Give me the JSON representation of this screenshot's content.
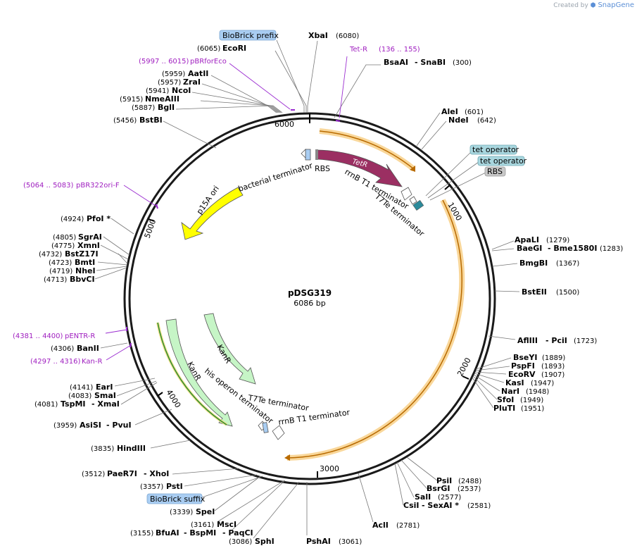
{
  "credit": {
    "prefix": "Created by",
    "brand": "SnapGene"
  },
  "plasmid": {
    "name": "pDSG319",
    "size_label": "6086 bp"
  },
  "ticks": [
    "1000",
    "2000",
    "3000",
    "4000",
    "5000",
    "6000"
  ],
  "cut_sites": [
    {
      "name": "XbaI",
      "pos": "(6080)"
    },
    {
      "name": "EcoRI",
      "pos": "(6065)"
    },
    {
      "name": "AatII",
      "pos": "(5959)"
    },
    {
      "name": "ZraI",
      "pos": "(5957)"
    },
    {
      "name": "NcoI",
      "pos": "(5941)"
    },
    {
      "name": "NmeAIII",
      "pos": "(5915)"
    },
    {
      "name": "BglI",
      "pos": "(5887)"
    },
    {
      "name": "BstBI",
      "pos": "(5456)"
    },
    {
      "name": "BsaAI",
      "name2": "- SnaBI",
      "pos": "(300)"
    },
    {
      "name": "AleI",
      "pos": "(601)"
    },
    {
      "name": "NdeI",
      "pos": "(642)"
    },
    {
      "name": "ApaLI",
      "pos": "(1279)"
    },
    {
      "name": "BaeGI",
      "name2": "- Bme1580I",
      "pos": "(1283)"
    },
    {
      "name": "BmgBI",
      "pos": "(1367)"
    },
    {
      "name": "BstEII",
      "pos": "(1500)"
    },
    {
      "name": "AflIII",
      "name2": "- PciI",
      "pos": "(1723)"
    },
    {
      "name": "BseYI",
      "pos": "(1889)"
    },
    {
      "name": "PspFI",
      "pos": "(1893)"
    },
    {
      "name": "EcoRV",
      "pos": "(1907)"
    },
    {
      "name": "KasI",
      "pos": "(1947)"
    },
    {
      "name": "NarI",
      "pos": "(1948)"
    },
    {
      "name": "SfoI",
      "pos": "(1949)"
    },
    {
      "name": "PluTI",
      "pos": "(1951)"
    },
    {
      "name": "PsiI",
      "pos": "(2488)"
    },
    {
      "name": "BsrGI",
      "pos": "(2537)"
    },
    {
      "name": "SalI",
      "pos": "(2577)"
    },
    {
      "name": "CsiI",
      "name2": "- SexAI *",
      "pos": "(2581)"
    },
    {
      "name": "AclI",
      "pos": "(2781)"
    },
    {
      "name": "PshAI",
      "pos": "(3061)"
    },
    {
      "name": "SphI",
      "pos": "(3086)"
    },
    {
      "name": "BfuAI",
      "name2": "- BspMI",
      "name3": "- PaqCI",
      "pos": "(3155)"
    },
    {
      "name": "MscI",
      "pos": "(3161)"
    },
    {
      "name": "SpeI",
      "pos": "(3339)"
    },
    {
      "name": "PstI",
      "pos": "(3357)"
    },
    {
      "name": "PaeR7I",
      "name2": "- XhoI",
      "pos": "(3512)"
    },
    {
      "name": "HindIII",
      "pos": "(3835)"
    },
    {
      "name": "AsiSI",
      "name2": "- PvuI",
      "pos": "(3959)"
    },
    {
      "name": "EarI",
      "pos": "(4141)"
    },
    {
      "name": "SmaI",
      "pos": "(4083)"
    },
    {
      "name": "TspMI",
      "name2": "- XmaI",
      "pos": "(4081)"
    },
    {
      "name": "BanII",
      "pos": "(4306)"
    },
    {
      "name": "PfoI *",
      "pos": "(4924)"
    },
    {
      "name": "SgrAI",
      "pos": "(4805)"
    },
    {
      "name": "XmnI",
      "pos": "(4775)"
    },
    {
      "name": "BstZ17I",
      "pos": "(4732)"
    },
    {
      "name": "BmtI",
      "pos": "(4723)"
    },
    {
      "name": "NheI",
      "pos": "(4719)"
    },
    {
      "name": "BbvCI",
      "pos": "(4713)"
    }
  ],
  "primers": [
    {
      "name": "Tet-R",
      "range": "(136 .. 155)"
    },
    {
      "name": "pBRforEco",
      "range": "(5997 .. 6015)"
    },
    {
      "name": "pBR322ori-F",
      "range": "(5064 .. 5083)"
    },
    {
      "name": "pENTR-R",
      "range": "(4381 .. 4400)"
    },
    {
      "name": "Kan-R",
      "range": "(4297 .. 4316)"
    }
  ],
  "badges": {
    "biobrick_prefix": "BioBrick prefix",
    "biobrick_suffix": "BioBrick suffix",
    "tet_operator_1": "tet operator",
    "tet_operator_2": "tet operator",
    "rbs": "RBS"
  },
  "features": {
    "tetr": "TetR",
    "rbs": "RBS",
    "rrnb_t1_top": "rrnB T1 terminator",
    "t7te_top": "T7Te terminator",
    "bacterial_terminator": "bacterial terminator",
    "p15a_ori": "p15A ori",
    "kanr_inner": "KanR",
    "kanr_outer": "KanR",
    "his_operon": "his operon terminator",
    "t7te_bottom": "T7Te terminator",
    "rrnb_t1_bottom": "rrnB T1 terminator"
  },
  "colors": {
    "backbone": "#1a1a1a",
    "tetr": "#9b2f62",
    "ori": "#ffff00",
    "kanr": "#c6f5c6",
    "orf_highlight": "#f9d79a",
    "orf_arrow": "#b86a00",
    "primer": "#9a2bd0",
    "badge_blue": "#a9cdf2",
    "badge_teal": "#a9d7df",
    "badge_gray": "#c8c8c8",
    "operator": "#2b8a9a"
  }
}
